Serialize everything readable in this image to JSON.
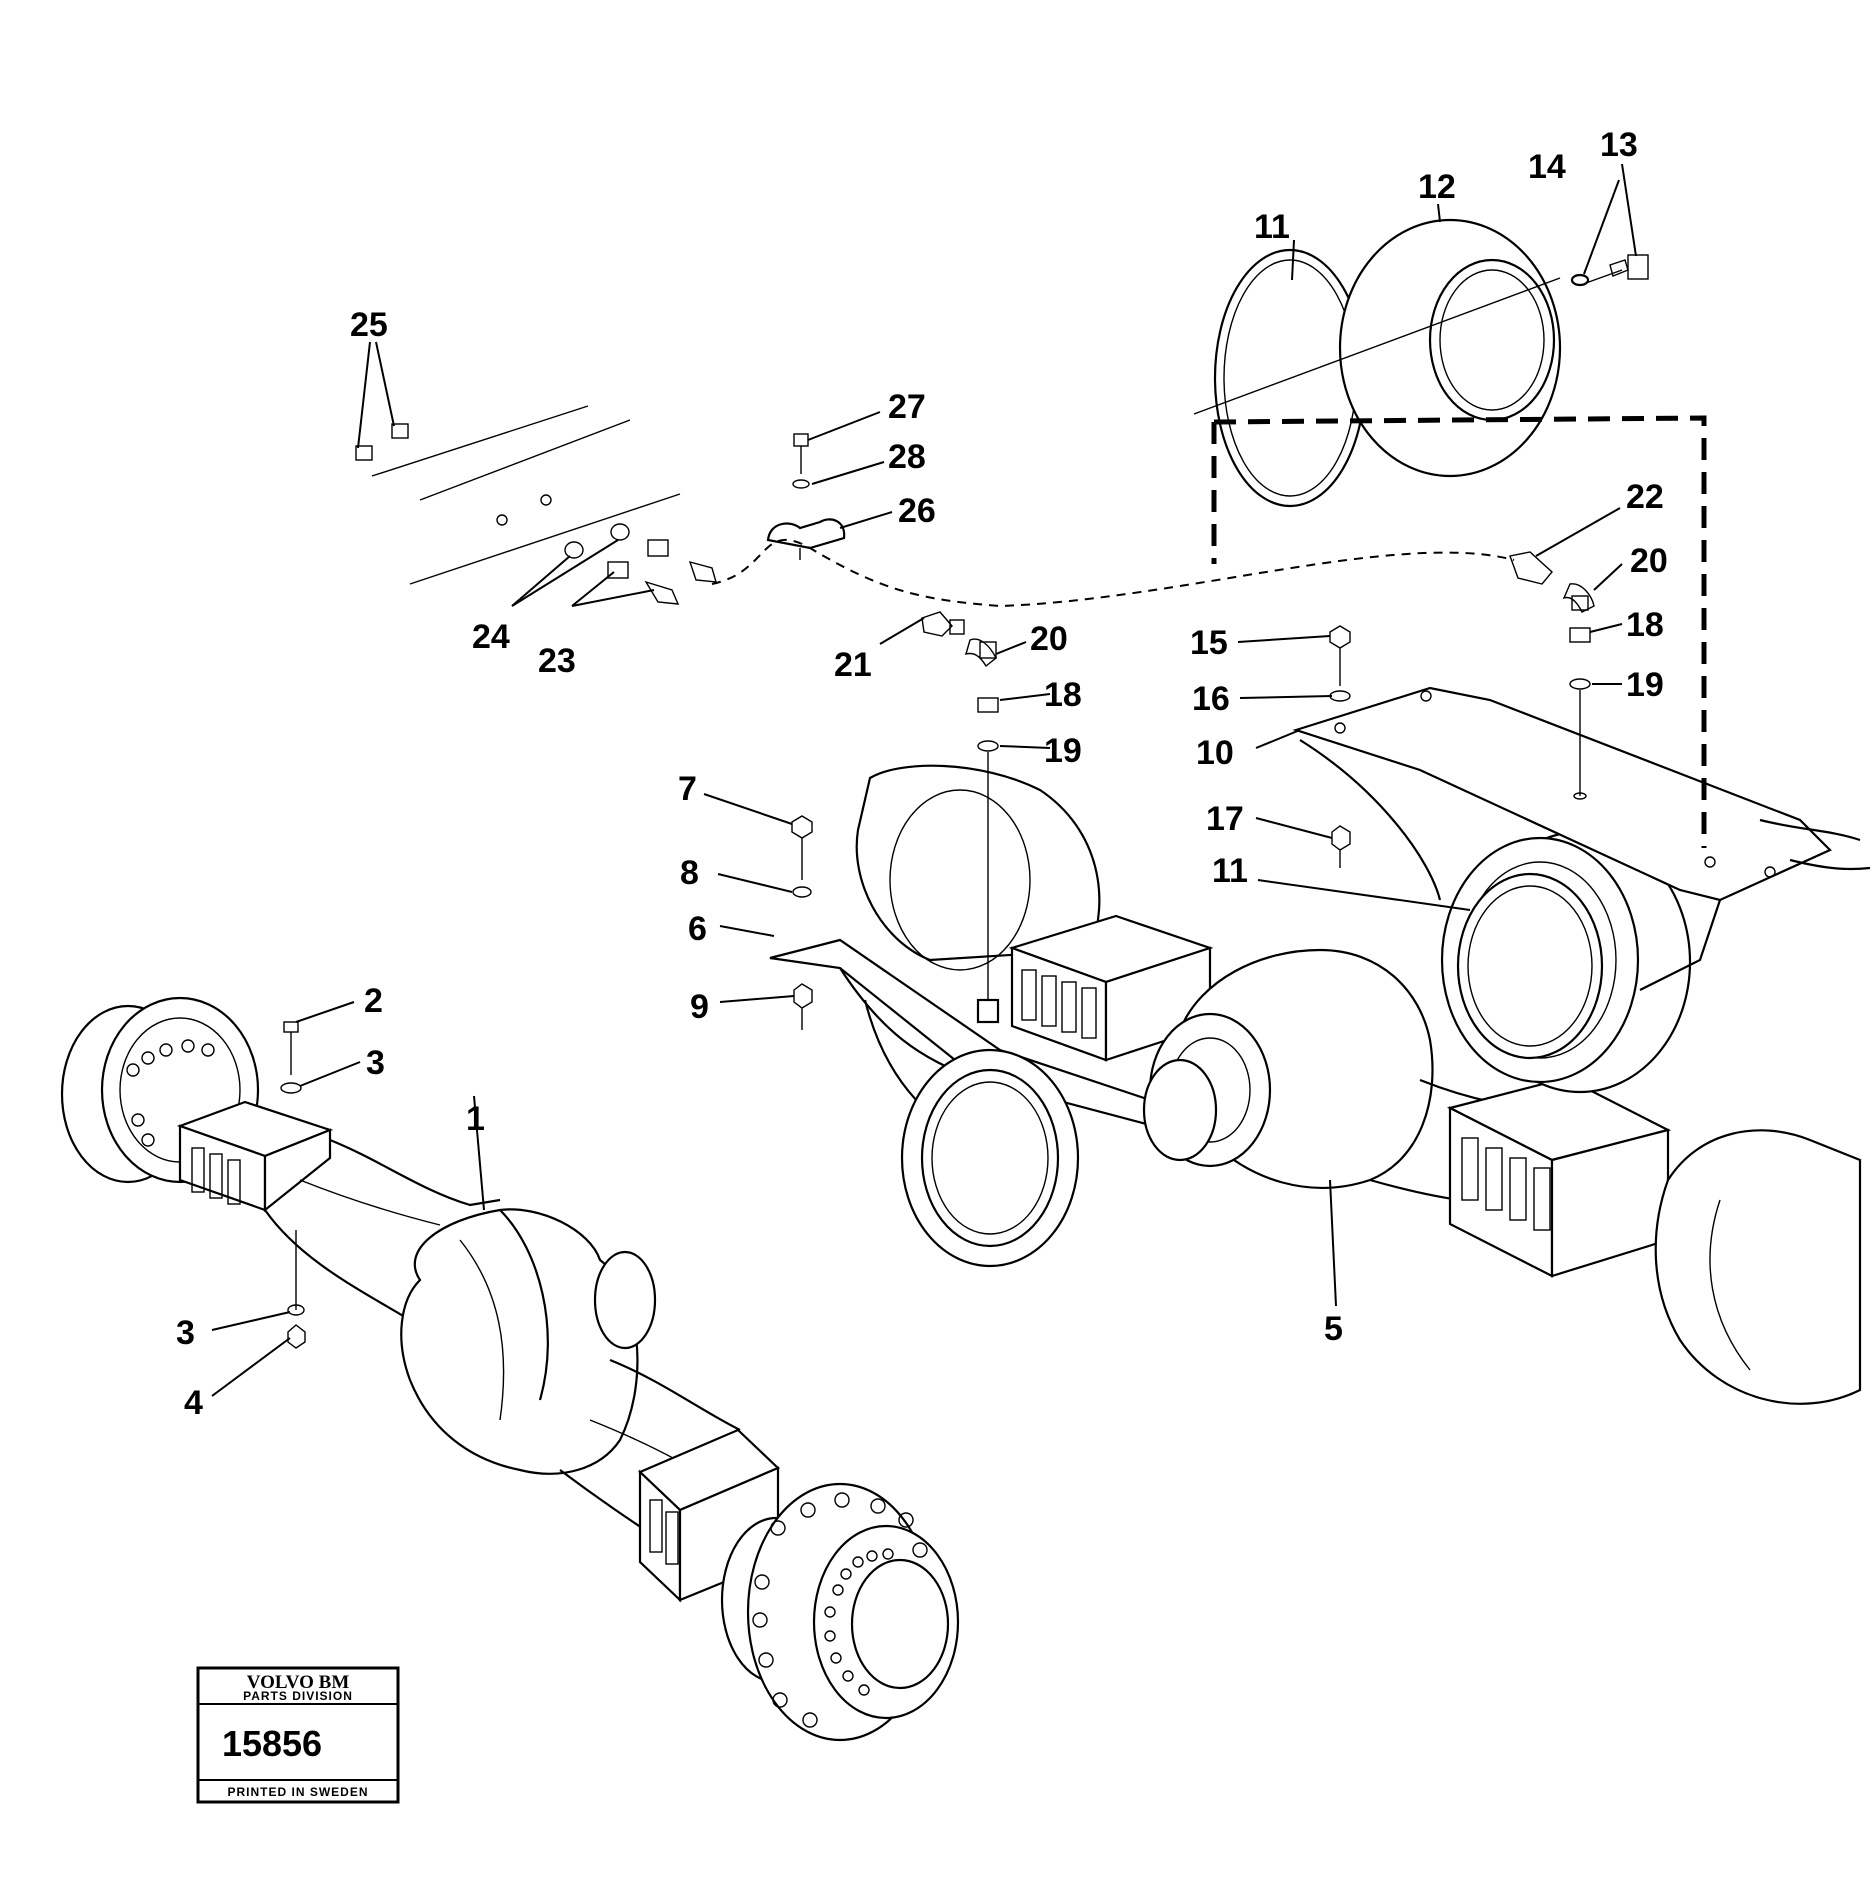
{
  "callouts": [
    {
      "id": "c1",
      "text": "1"
    },
    {
      "id": "c2",
      "text": "2"
    },
    {
      "id": "c3a",
      "text": "3"
    },
    {
      "id": "c3b",
      "text": "3"
    },
    {
      "id": "c4",
      "text": "4"
    },
    {
      "id": "c5",
      "text": "5"
    },
    {
      "id": "c6",
      "text": "6"
    },
    {
      "id": "c7",
      "text": "7"
    },
    {
      "id": "c8",
      "text": "8"
    },
    {
      "id": "c9",
      "text": "9"
    },
    {
      "id": "c10",
      "text": "10"
    },
    {
      "id": "c11a",
      "text": "11"
    },
    {
      "id": "c11b",
      "text": "11"
    },
    {
      "id": "c12",
      "text": "12"
    },
    {
      "id": "c13",
      "text": "13"
    },
    {
      "id": "c14",
      "text": "14"
    },
    {
      "id": "c15",
      "text": "15"
    },
    {
      "id": "c16",
      "text": "16"
    },
    {
      "id": "c17",
      "text": "17"
    },
    {
      "id": "c18a",
      "text": "18"
    },
    {
      "id": "c18b",
      "text": "18"
    },
    {
      "id": "c19a",
      "text": "19"
    },
    {
      "id": "c19b",
      "text": "19"
    },
    {
      "id": "c20a",
      "text": "20"
    },
    {
      "id": "c20b",
      "text": "20"
    },
    {
      "id": "c21",
      "text": "21"
    },
    {
      "id": "c22",
      "text": "22"
    },
    {
      "id": "c23",
      "text": "23"
    },
    {
      "id": "c24",
      "text": "24"
    },
    {
      "id": "c25",
      "text": "25"
    },
    {
      "id": "c26",
      "text": "26"
    },
    {
      "id": "c27",
      "text": "27"
    },
    {
      "id": "c28",
      "text": "28"
    }
  ],
  "badge": {
    "brand": "VOLVO BM",
    "division": "PARTS DIVISION",
    "number": "15856",
    "footer": "PRINTED IN SWEDEN"
  }
}
